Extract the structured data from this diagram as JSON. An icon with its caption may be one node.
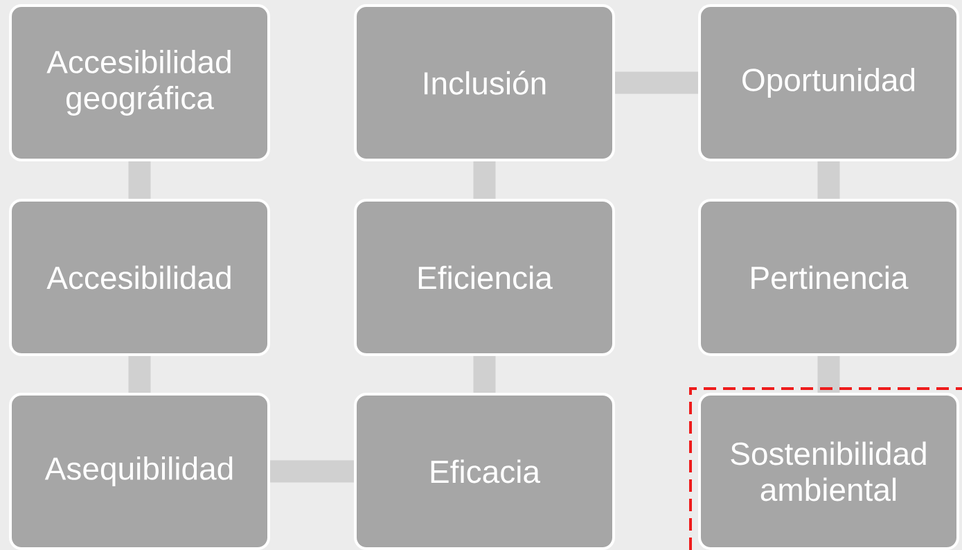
{
  "diagram": {
    "nodes": [
      {
        "text": [
          "Accesibilidad geográfica"
        ]
      },
      {
        "text": [
          "Inclusión"
        ]
      },
      {
        "text": [
          "Oportunidad"
        ]
      },
      {
        "text": [
          "Accesibilidad"
        ]
      },
      {
        "text": [
          "Eficiencia"
        ]
      },
      {
        "text": [
          "Pertinencia"
        ]
      },
      {
        "text": [
          "Asequibilidad"
        ]
      },
      {
        "text": [
          "Eficacia"
        ]
      },
      {
        "text": [
          "Sostenibilidad ambiental"
        ]
      }
    ],
    "edges": [
      {
        "from": 0,
        "to": 3,
        "arrow": "none"
      },
      {
        "from": 3,
        "to": 6,
        "arrow": "none"
      },
      {
        "from": 6,
        "to": 7,
        "arrow": "none"
      },
      {
        "from": 7,
        "to": 4,
        "arrow": "none"
      },
      {
        "from": 4,
        "to": 1,
        "arrow": "none"
      },
      {
        "from": 1,
        "to": 2,
        "arrow": "none"
      },
      {
        "from": 2,
        "to": 5,
        "arrow": "none"
      },
      {
        "from": 5,
        "to": 8,
        "arrow": "none"
      }
    ]
  }
}
